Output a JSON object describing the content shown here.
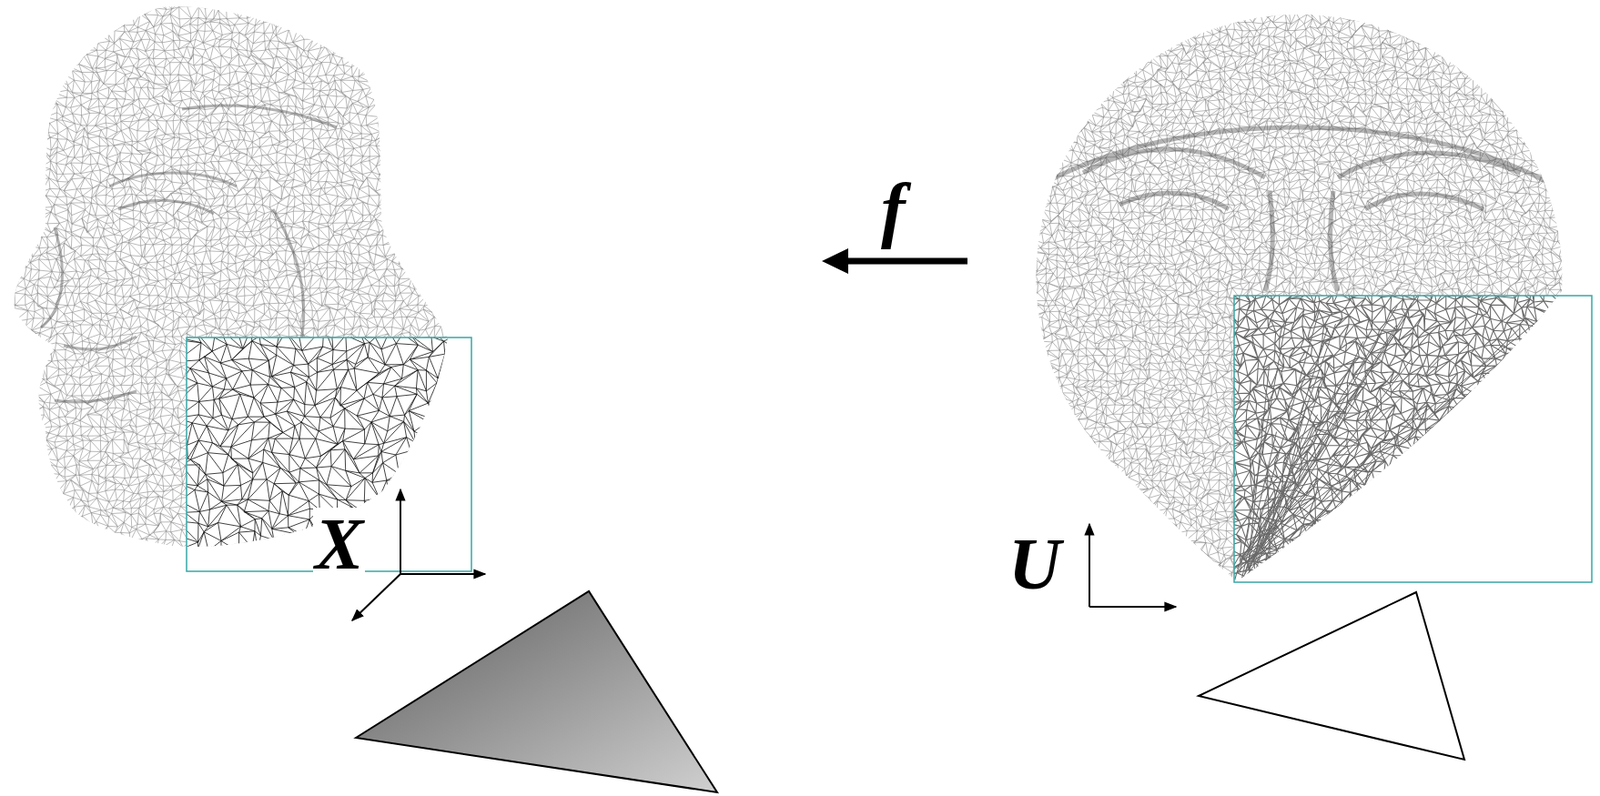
{
  "diagram": {
    "labels": [
      "f",
      "X",
      "U"
    ]
  }
}
